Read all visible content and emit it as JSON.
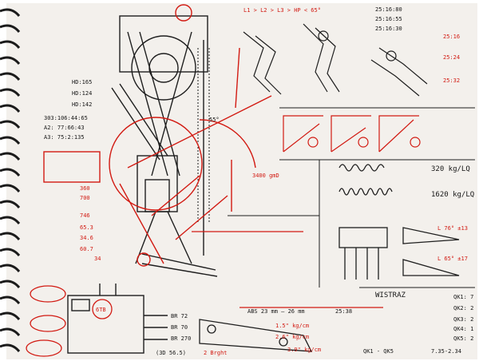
{
  "top_notes": {
    "sequence": "L1 > L2 > L3 > HP < 65°",
    "ratio_a": "25:16:80",
    "ratio_b": "25:16:55",
    "ratio_c": "25:16:30"
  },
  "right_column": {
    "a": "25:16",
    "b": "25:24",
    "c": "25:32"
  },
  "left_notes": {
    "n1": "HD:165",
    "n2": "HD:124",
    "n3": "HD:142",
    "n4": "303:106:44:65",
    "n5": "A2: 77:66:43",
    "n6": "A3: 75:2:135",
    "n7": "360",
    "n8": "700",
    "n9": "746",
    "n10": "65.3",
    "n11": "34.6",
    "n12": "60.7",
    "n13": "34"
  },
  "center_notes": {
    "force": "3400 gmD",
    "angle": "55°",
    "ratio": "25:38",
    "motor": "ABS 23 mm – 26 mm",
    "r1": "1.5\" kg/cm",
    "r2": "2.6\" kg/cm",
    "r3": "3.9\" kg/cm"
  },
  "springs": {
    "s1": "320 kg/LQ",
    "s2": "1620 kg/LQ"
  },
  "lower_right": {
    "angle1": "L 76° ±13",
    "angle2": "L 65° ±17",
    "title": "WISTRAZ",
    "q1": "QK1: 7",
    "q2": "QK2: 2",
    "q3": "QK3: 2",
    "q4": "QK4: 1",
    "q5": "QK5: 2",
    "range": "QK1 - QK5",
    "time": "7.35-2.34"
  },
  "bottom_left": {
    "label": "6TB",
    "v1": "BR 72",
    "v2": "BR 70",
    "v3": "BR 270",
    "dim": "(3D 56.5)",
    "model": "2 Brght"
  }
}
